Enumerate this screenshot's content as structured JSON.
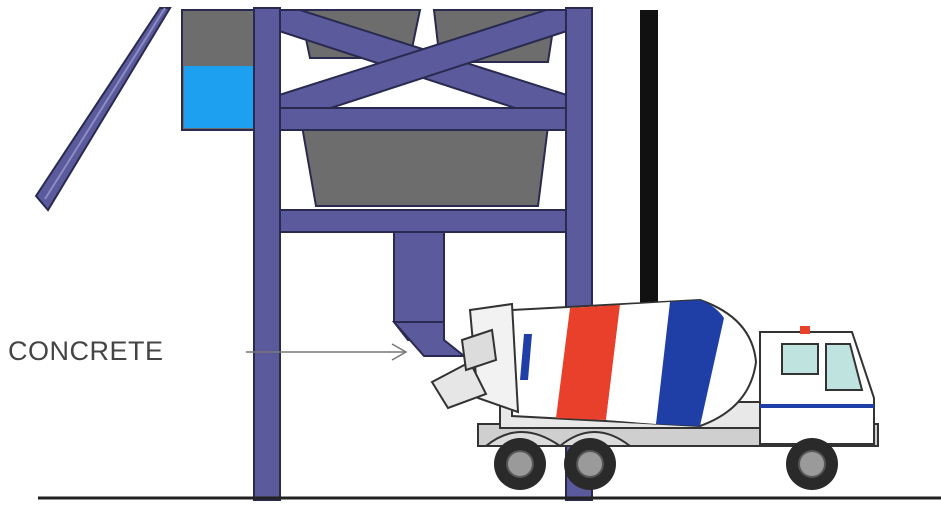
{
  "labels": {
    "concrete": "CONCRETE"
  },
  "colors": {
    "frame": "#5a5a9c",
    "frame_outline": "#2a2a50",
    "hopper": "#6d6d6d",
    "water": "#1ea0f0",
    "drum_red": "#e8402a",
    "drum_blue": "#1f3fa6",
    "truck_body": "#ffffff",
    "window": "#bfe4e0",
    "ground": "#222222"
  },
  "icons": {
    "batch_plant": "batching-plant-frame",
    "truck": "concrete-mixer-truck",
    "arrow": "pointer-arrow"
  }
}
